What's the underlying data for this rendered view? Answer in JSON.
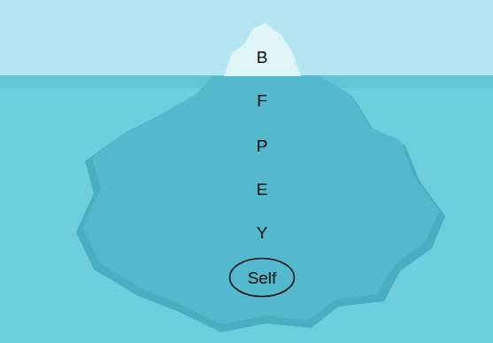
{
  "diagram": {
    "nodes": [
      {
        "text": [
          "Self"
        ]
      }
    ],
    "labels": [
      "B",
      "F",
      "P",
      "E",
      "Y"
    ]
  }
}
